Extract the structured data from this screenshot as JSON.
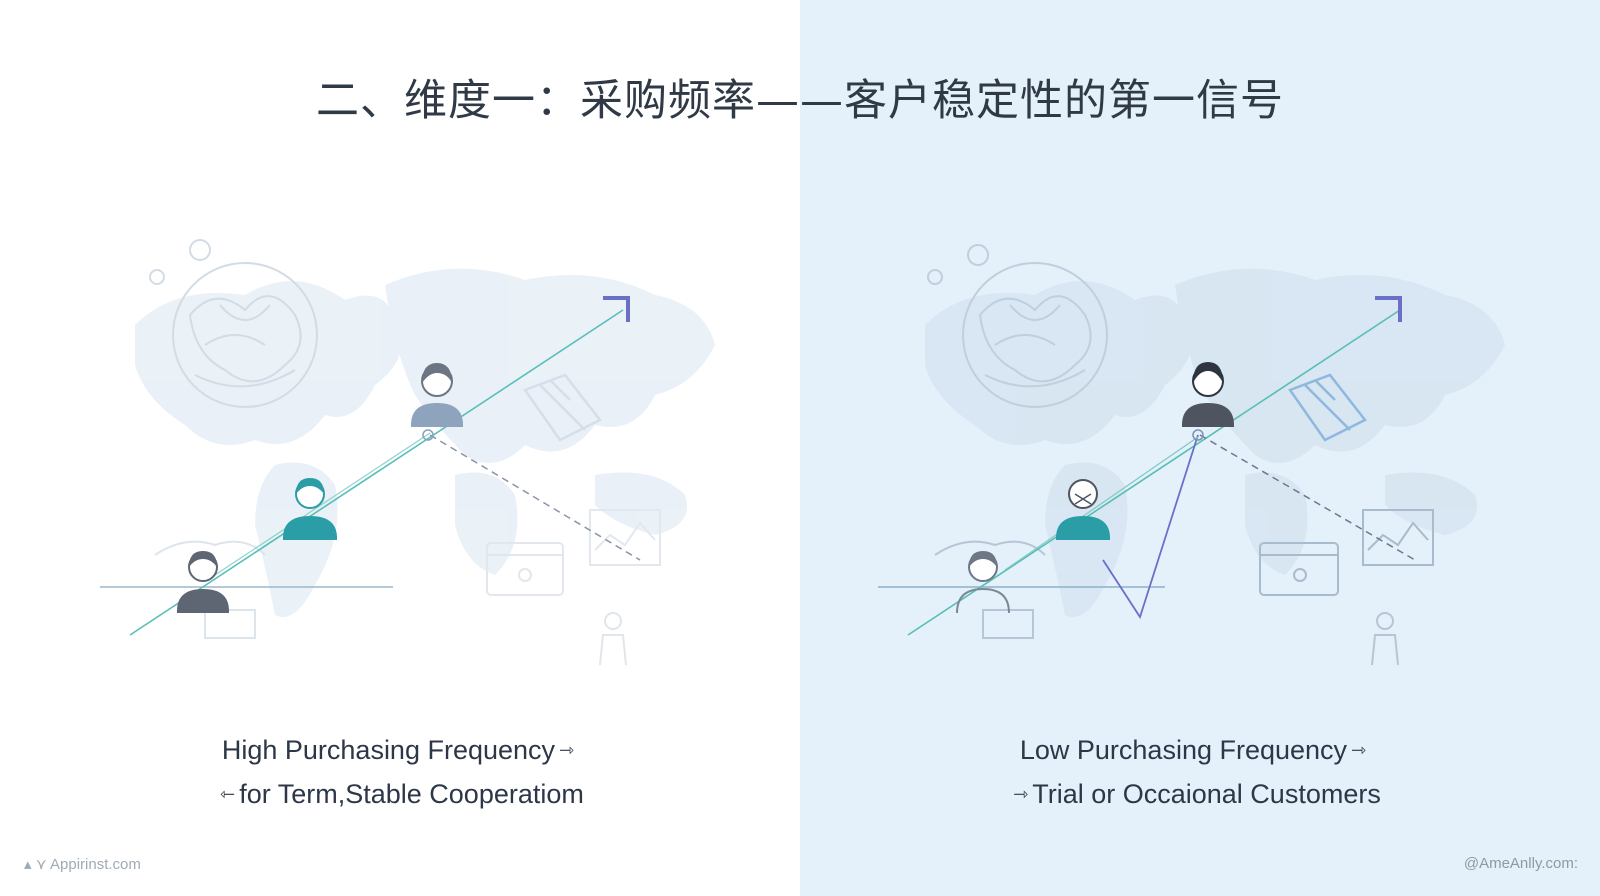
{
  "title": "二、维度一：采购频率——客户稳定性的第一信号",
  "left": {
    "caption_line1": "High Purchasing Frequency",
    "caption_line1_arrow": "⇾",
    "caption_line2_arrow": "⇽",
    "caption_line2": "for Term,Stable Cooperatiom",
    "watermark_mark": "▴ ⋎",
    "watermark": "Appirinst.com"
  },
  "right": {
    "caption_line1": "Low Purchasing Frequency",
    "caption_line1_arrow": "⇾",
    "caption_line2_arrow": "⇾",
    "caption_line2": "Trial or Occaional Customers",
    "watermark": "@AmeAnlly.com:"
  },
  "colors": {
    "left_background": "#ffffff",
    "right_background": "#e4f0fa",
    "teal_person": "#2a9da6",
    "grey_person": "#5f6673",
    "accent_arrow": "#6a70c8",
    "trend_line": "#56bfb7"
  },
  "icons": [
    "world-map",
    "brain-globe",
    "person-icon",
    "arrow-corner-icon",
    "box-icon",
    "monitor-icon",
    "chart-card-icon"
  ]
}
